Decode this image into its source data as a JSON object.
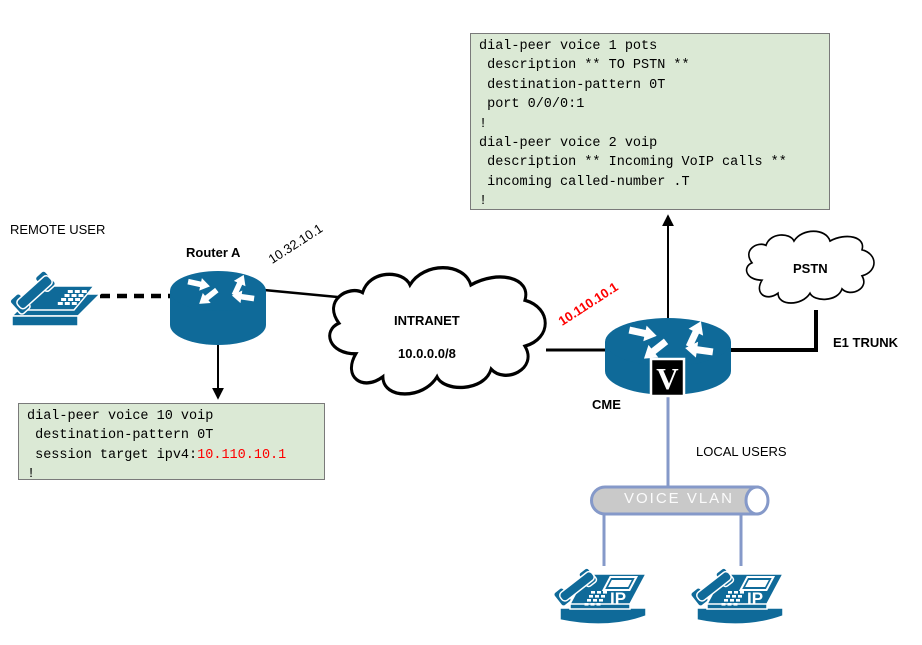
{
  "diagram": {
    "labels": {
      "remote_user": "REMOTE USER",
      "router_a": "Router A",
      "router_a_wan_ip": "10.32.10.1",
      "intranet_name": "INTRANET",
      "intranet_subnet": "10.0.0.0/8",
      "cme_wan_ip": "10.110.10.1",
      "cme_name": "CME",
      "pstn_name": "PSTN",
      "e1_trunk": "E1 TRUNK",
      "local_users": "LOCAL USERS",
      "voice_vlan": "VOICE VLAN",
      "voice_badge": "V",
      "ip_badge": "IP"
    },
    "config_boxes": {
      "cme_dial_peers": {
        "lines": [
          "dial-peer voice 1 pots",
          " description ** TO PSTN **",
          " destination-pattern 0T",
          " port 0/0/0:1",
          "!",
          "dial-peer voice 2 voip",
          " description ** Incoming VoIP calls **",
          " incoming called-number .T",
          "!"
        ]
      },
      "router_a_dial_peer": {
        "line1": "dial-peer voice 10 voip",
        "line2": " destination-pattern 0T",
        "session_target_prefix": " session target ipv4:",
        "session_target_ip": "10.110.10.1",
        "line4": "!"
      }
    },
    "colors": {
      "device_blue": "#0f6a99",
      "config_bg": "#dbe9d5",
      "config_border": "#7a7a7a",
      "highlight_red": "#fe0000",
      "vlan_blue": "#8599c9",
      "pipe_gray": "#c9c9c9",
      "cloud_outline": "#000000"
    }
  }
}
